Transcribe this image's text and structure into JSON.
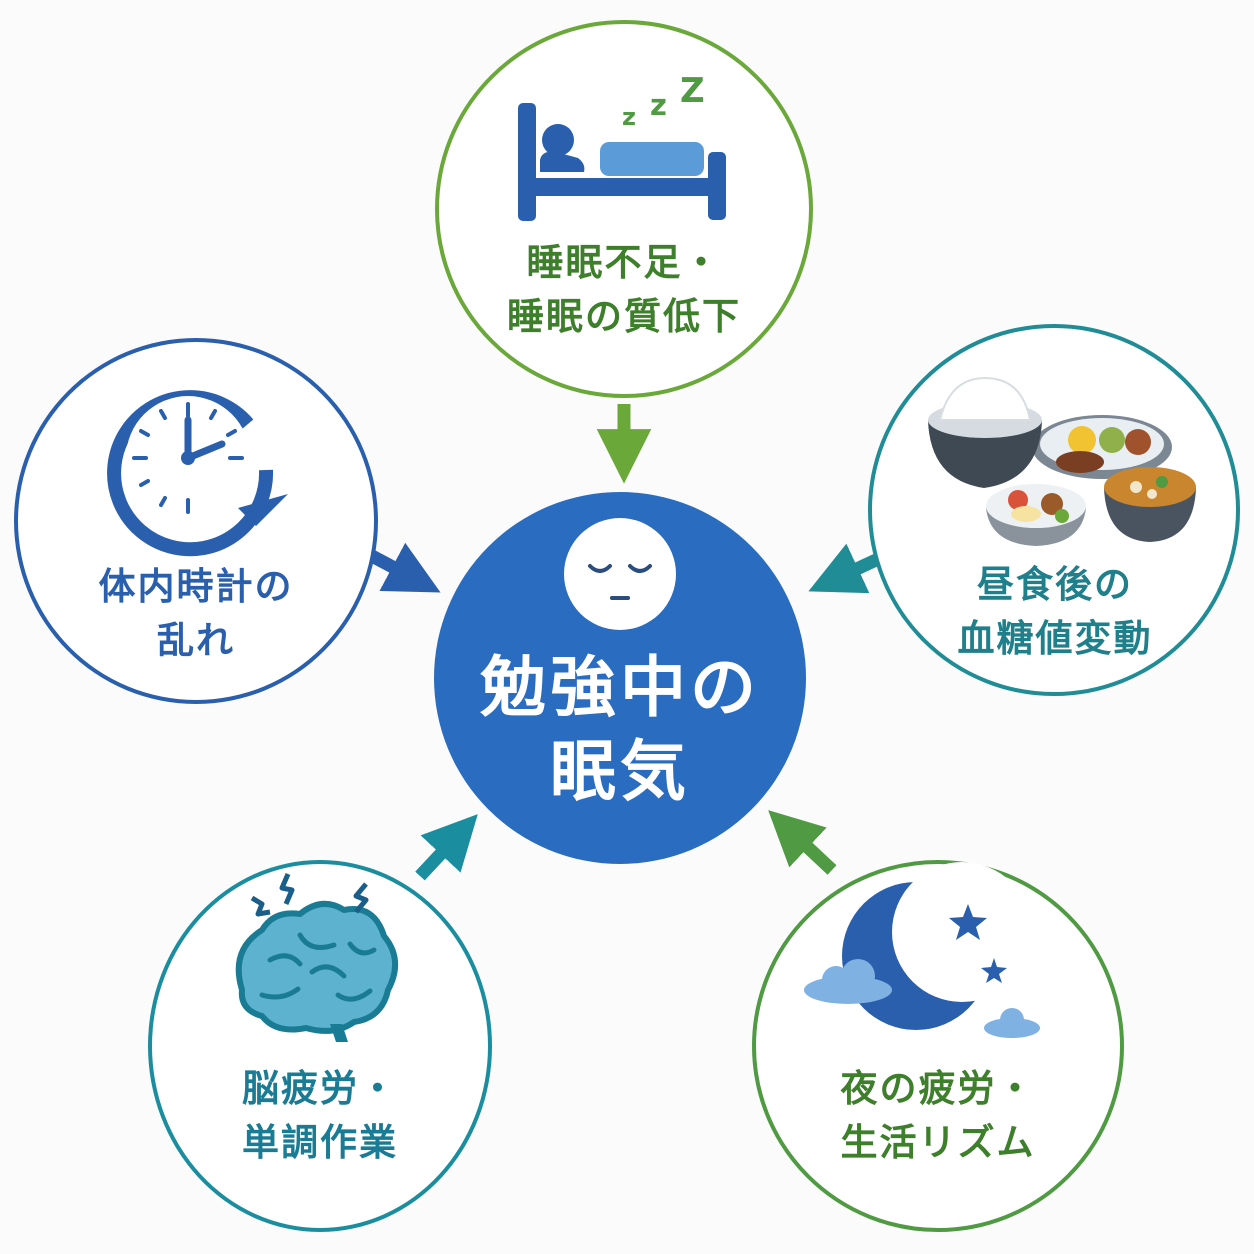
{
  "center": {
    "line1": "勉強中の",
    "line2": "眠気"
  },
  "factors": {
    "sleep": {
      "line1": "睡眠不足・",
      "line2": "睡眠の質低下",
      "color": "#6aa83a",
      "icon": "bed-icon"
    },
    "lunch": {
      "line1": "昼食後の",
      "line2": "血糖値変動",
      "color": "#1f8c96",
      "icon": "meal-icon"
    },
    "night": {
      "line1": "夜の疲労・",
      "line2": "生活リズム",
      "color": "#4f9a42",
      "icon": "moon-icon"
    },
    "brain": {
      "line1": "脳疲労・",
      "line2": "単調作業",
      "color": "#1a8d9f",
      "icon": "brain-icon"
    },
    "clock": {
      "line1": "体内時計の",
      "line2": "乱れ",
      "color": "#2a5fae",
      "icon": "clock-icon"
    }
  },
  "colors": {
    "center": "#2a6cc0",
    "background": "#fbfbfb"
  }
}
